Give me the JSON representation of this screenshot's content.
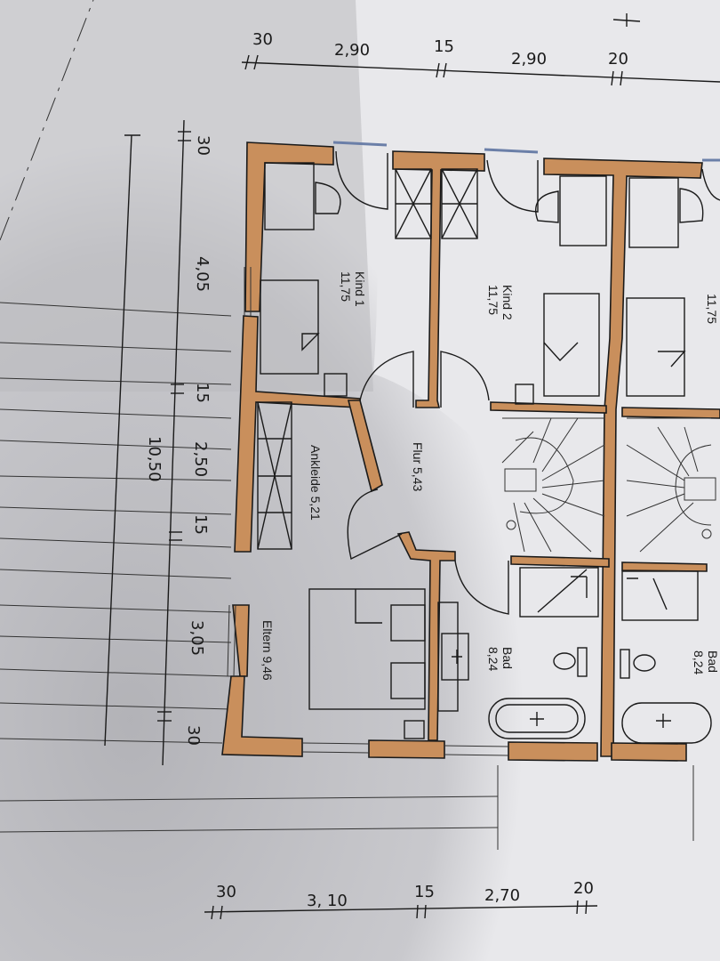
{
  "plan": {
    "colors": {
      "paper": "#e6e6e9",
      "shadow": "#b4b4b9",
      "wall": "#c98f5c",
      "line": "#1a1a1a",
      "window": "#8aa0c8"
    },
    "rooms": {
      "kind1": {
        "name": "Kind 1",
        "area": "11,75"
      },
      "kind2": {
        "name": "Kind 2",
        "area": "11,75"
      },
      "neighbor_kind": {
        "area": "11,75"
      },
      "flur": {
        "label": "Flur 5,43"
      },
      "ankleide": {
        "label": "Ankleide 5,21"
      },
      "eltern": {
        "label": "Eltern 9,46"
      },
      "bad": {
        "name": "Bad",
        "area": "8,24"
      },
      "neighbor_bad": {
        "name": "Bad",
        "area": "8,24"
      }
    },
    "dimensions": {
      "top": [
        "30",
        "2,90",
        "15",
        "2,90",
        "20"
      ],
      "bottom": [
        "30",
        "3, 10",
        "15",
        "2,70",
        "20"
      ],
      "left": [
        "30",
        "4,05",
        "15",
        "2,50",
        "15",
        "3,05",
        "30"
      ],
      "left_total": "10,50"
    }
  }
}
